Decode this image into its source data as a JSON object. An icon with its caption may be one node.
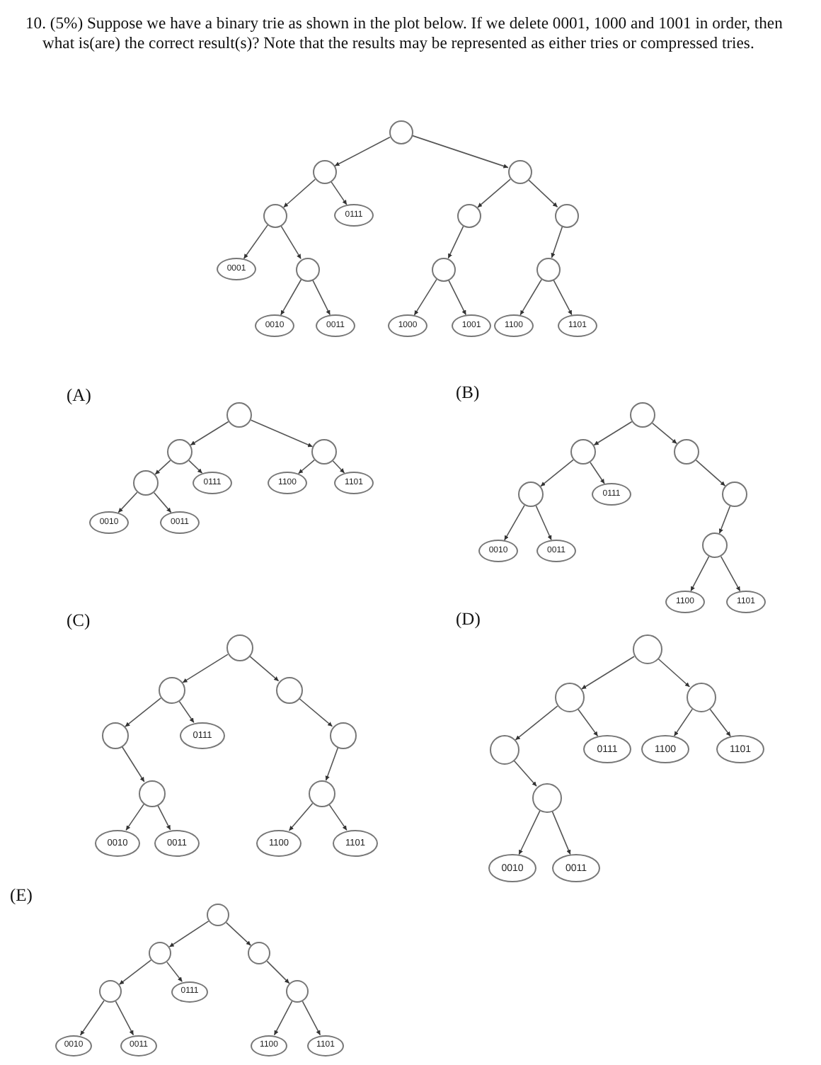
{
  "diagram": {
    "title": "10. (5%) Suppose we have a binary trie as shown in the plot below. If we delete 0001, 1000 and 1001 in order, then what is(are) the correct result(s)? Note that the results may be represented as either tries or compressed tries.",
    "nodes": [
      {
        "text": [],
        "shape": "circle"
      },
      {
        "text": [],
        "shape": "circle"
      },
      {
        "text": [],
        "shape": "circle"
      },
      {
        "text": [],
        "shape": "circle"
      },
      {
        "text": [
          "0111"
        ]
      },
      {
        "text": [],
        "shape": "circle"
      },
      {
        "text": [],
        "shape": "circle"
      },
      {
        "text": [
          "0001"
        ]
      },
      {
        "text": [],
        "shape": "circle"
      },
      {
        "text": [],
        "shape": "circle"
      },
      {
        "text": [],
        "shape": "circle"
      },
      {
        "text": [
          "0010"
        ]
      },
      {
        "text": [
          "0011"
        ]
      },
      {
        "text": [
          "1000"
        ]
      },
      {
        "text": [
          "1001"
        ]
      },
      {
        "text": [
          "1100"
        ]
      },
      {
        "text": [
          "1101"
        ]
      },
      {
        "text": [],
        "shape": "circle"
      },
      {
        "text": [],
        "shape": "circle"
      },
      {
        "text": [],
        "shape": "circle"
      },
      {
        "text": [],
        "shape": "circle"
      },
      {
        "text": [
          "0111"
        ]
      },
      {
        "text": [
          "1100"
        ]
      },
      {
        "text": [
          "1101"
        ]
      },
      {
        "text": [
          "0010"
        ]
      },
      {
        "text": [
          "0011"
        ]
      },
      {
        "text": [],
        "shape": "circle"
      },
      {
        "text": [],
        "shape": "circle"
      },
      {
        "text": [],
        "shape": "circle"
      },
      {
        "text": [],
        "shape": "circle"
      },
      {
        "text": [
          "0111"
        ]
      },
      {
        "text": [],
        "shape": "circle"
      },
      {
        "text": [],
        "shape": "circle"
      },
      {
        "text": [
          "0010"
        ]
      },
      {
        "text": [
          "0011"
        ]
      },
      {
        "text": [
          "1100"
        ]
      },
      {
        "text": [
          "1101"
        ]
      },
      {
        "text": [],
        "shape": "circle"
      },
      {
        "text": [],
        "shape": "circle"
      },
      {
        "text": [],
        "shape": "circle"
      },
      {
        "text": [],
        "shape": "circle"
      },
      {
        "text": [
          "0111"
        ]
      },
      {
        "text": [],
        "shape": "circle"
      },
      {
        "text": [],
        "shape": "circle"
      },
      {
        "text": [],
        "shape": "circle"
      },
      {
        "text": [
          "0010"
        ]
      },
      {
        "text": [
          "0011"
        ]
      },
      {
        "text": [
          "1100"
        ]
      },
      {
        "text": [
          "1101"
        ]
      },
      {
        "text": [],
        "shape": "circle"
      },
      {
        "text": [],
        "shape": "circle"
      },
      {
        "text": [],
        "shape": "circle"
      },
      {
        "text": [],
        "shape": "circle"
      },
      {
        "text": [
          "0111"
        ]
      },
      {
        "text": [
          "1100"
        ]
      },
      {
        "text": [
          "1101"
        ]
      },
      {
        "text": [],
        "shape": "circle"
      },
      {
        "text": [
          "0010"
        ]
      },
      {
        "text": [
          "0011"
        ]
      },
      {
        "text": [],
        "shape": "circle"
      },
      {
        "text": [],
        "shape": "circle"
      },
      {
        "text": [],
        "shape": "circle"
      },
      {
        "text": [],
        "shape": "circle"
      },
      {
        "text": [
          "0111"
        ]
      },
      {
        "text": [],
        "shape": "circle"
      },
      {
        "text": [
          "0010"
        ]
      },
      {
        "text": [
          "0011"
        ]
      },
      {
        "text": [
          "1100"
        ]
      },
      {
        "text": [
          "1101"
        ]
      }
    ],
    "edges": [
      {
        "from": 0,
        "to": 1,
        "arrow": "to"
      },
      {
        "from": 0,
        "to": 2,
        "arrow": "to"
      },
      {
        "from": 1,
        "to": 3,
        "arrow": "to"
      },
      {
        "from": 1,
        "to": 4,
        "arrow": "to"
      },
      {
        "from": 2,
        "to": 5,
        "arrow": "to"
      },
      {
        "from": 2,
        "to": 6,
        "arrow": "to"
      },
      {
        "from": 3,
        "to": 7,
        "arrow": "to"
      },
      {
        "from": 3,
        "to": 8,
        "arrow": "to"
      },
      {
        "from": 5,
        "to": 9,
        "arrow": "to"
      },
      {
        "from": 6,
        "to": 10,
        "arrow": "to"
      },
      {
        "from": 8,
        "to": 11,
        "arrow": "to"
      },
      {
        "from": 8,
        "to": 12,
        "arrow": "to"
      },
      {
        "from": 9,
        "to": 13,
        "arrow": "to"
      },
      {
        "from": 9,
        "to": 14,
        "arrow": "to"
      },
      {
        "from": 10,
        "to": 15,
        "arrow": "to"
      },
      {
        "from": 10,
        "to": 16,
        "arrow": "to"
      },
      {
        "from": 17,
        "to": 18,
        "arrow": "to"
      },
      {
        "from": 17,
        "to": 19,
        "arrow": "to"
      },
      {
        "from": 18,
        "to": 20,
        "arrow": "to"
      },
      {
        "from": 18,
        "to": 21,
        "arrow": "to"
      },
      {
        "from": 19,
        "to": 22,
        "arrow": "to"
      },
      {
        "from": 19,
        "to": 23,
        "arrow": "to"
      },
      {
        "from": 20,
        "to": 24,
        "arrow": "to"
      },
      {
        "from": 20,
        "to": 25,
        "arrow": "to"
      },
      {
        "from": 26,
        "to": 27,
        "arrow": "to"
      },
      {
        "from": 26,
        "to": 28,
        "arrow": "to"
      },
      {
        "from": 27,
        "to": 29,
        "arrow": "to"
      },
      {
        "from": 27,
        "to": 30,
        "arrow": "to"
      },
      {
        "from": 28,
        "to": 31,
        "arrow": "to"
      },
      {
        "from": 31,
        "to": 32,
        "arrow": "to"
      },
      {
        "from": 29,
        "to": 33,
        "arrow": "to"
      },
      {
        "from": 29,
        "to": 34,
        "arrow": "to"
      },
      {
        "from": 32,
        "to": 35,
        "arrow": "to"
      },
      {
        "from": 32,
        "to": 36,
        "arrow": "to"
      },
      {
        "from": 37,
        "to": 38,
        "arrow": "to"
      },
      {
        "from": 37,
        "to": 39,
        "arrow": "to"
      },
      {
        "from": 38,
        "to": 40,
        "arrow": "to"
      },
      {
        "from": 38,
        "to": 41,
        "arrow": "to"
      },
      {
        "from": 39,
        "to": 42,
        "arrow": "to"
      },
      {
        "from": 40,
        "to": 43,
        "arrow": "to"
      },
      {
        "from": 42,
        "to": 44,
        "arrow": "to"
      },
      {
        "from": 43,
        "to": 45,
        "arrow": "to"
      },
      {
        "from": 43,
        "to": 46,
        "arrow": "to"
      },
      {
        "from": 44,
        "to": 47,
        "arrow": "to"
      },
      {
        "from": 44,
        "to": 48,
        "arrow": "to"
      },
      {
        "from": 49,
        "to": 50,
        "arrow": "to"
      },
      {
        "from": 49,
        "to": 51,
        "arrow": "to"
      },
      {
        "from": 50,
        "to": 52,
        "arrow": "to"
      },
      {
        "from": 50,
        "to": 53,
        "arrow": "to"
      },
      {
        "from": 51,
        "to": 54,
        "arrow": "to"
      },
      {
        "from": 51,
        "to": 55,
        "arrow": "to"
      },
      {
        "from": 52,
        "to": 56,
        "arrow": "to"
      },
      {
        "from": 56,
        "to": 57,
        "arrow": "to"
      },
      {
        "from": 56,
        "to": 58,
        "arrow": "to"
      },
      {
        "from": 59,
        "to": 60,
        "arrow": "to"
      },
      {
        "from": 59,
        "to": 61,
        "arrow": "to"
      },
      {
        "from": 60,
        "to": 62,
        "arrow": "to"
      },
      {
        "from": 60,
        "to": 63,
        "arrow": "to"
      },
      {
        "from": 61,
        "to": 64,
        "arrow": "to"
      },
      {
        "from": 62,
        "to": 65,
        "arrow": "to"
      },
      {
        "from": 62,
        "to": 66,
        "arrow": "to"
      },
      {
        "from": 64,
        "to": 67,
        "arrow": "to"
      },
      {
        "from": 64,
        "to": 68,
        "arrow": "to"
      }
    ],
    "labels": [
      "(A)",
      "(B)",
      "(C)",
      "(D)",
      "(E)"
    ]
  }
}
